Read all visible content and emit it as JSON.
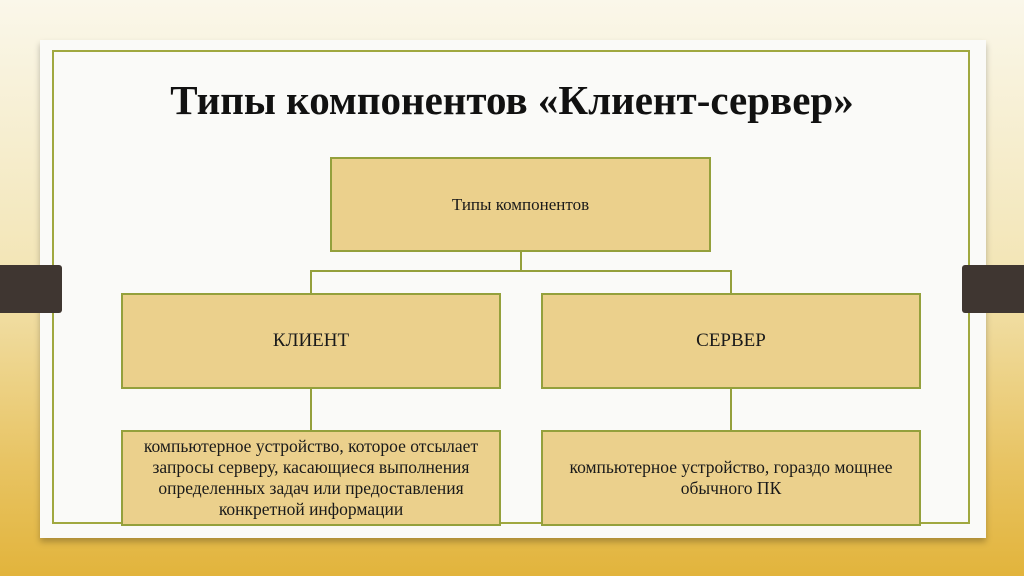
{
  "slide": {
    "title": "Типы компонентов «Клиент-сервер»",
    "root": "Типы компонентов",
    "client": {
      "label": "КЛИЕНТ",
      "description": "компьютерное устройство, которое отсылает запросы серверу, касающиеся выполнения определенных задач или предоставления конкретной информации"
    },
    "server": {
      "label": "СЕРВЕР",
      "description": "компьютерное устройство, гораздо мощнее обычного ПК"
    }
  },
  "colors": {
    "box_fill": "#ebd08c",
    "border": "#94a03c",
    "tab": "#3f3631"
  }
}
